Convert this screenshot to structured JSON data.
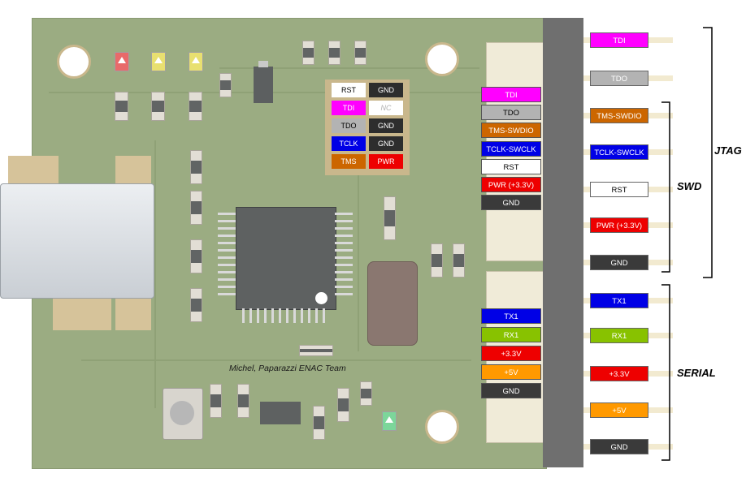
{
  "header_pins": [
    {
      "text": "RST",
      "bg": "#ffffff",
      "fg": "#000000"
    },
    {
      "text": "GND",
      "bg": "#2d2d2d",
      "fg": "#ffffff"
    },
    {
      "text": "TDI",
      "bg": "#ff00ff",
      "fg": "#ffffff"
    },
    {
      "text": "NC",
      "bg": "#ffffff",
      "fg": "#b0b0b0"
    },
    {
      "text": "TDO",
      "bg": "#b3b3b3",
      "fg": "#000000"
    },
    {
      "text": "GND",
      "bg": "#2d2d2d",
      "fg": "#ffffff"
    },
    {
      "text": "TCLK",
      "bg": "#0000e6",
      "fg": "#ffffff"
    },
    {
      "text": "GND",
      "bg": "#2d2d2d",
      "fg": "#ffffff"
    },
    {
      "text": "TMS",
      "bg": "#cc6600",
      "fg": "#ffffff"
    },
    {
      "text": "PWR",
      "bg": "#ee0000",
      "fg": "#ffffff"
    }
  ],
  "board_connector_top": [
    {
      "text": "TDI",
      "bg": "#ff00ff",
      "fg": "#ffffff"
    },
    {
      "text": "TDO",
      "bg": "#b3b3b3",
      "fg": "#000000"
    },
    {
      "text": "TMS-SWDIO",
      "bg": "#cc6600",
      "fg": "#ffffff"
    },
    {
      "text": "TCLK-SWCLK",
      "bg": "#0000e6",
      "fg": "#ffffff"
    },
    {
      "text": "RST",
      "bg": "#ffffff",
      "fg": "#000000"
    },
    {
      "text": "PWR (+3.3V)",
      "bg": "#ee0000",
      "fg": "#ffffff"
    },
    {
      "text": "GND",
      "bg": "#3a3a3a",
      "fg": "#ffffff"
    }
  ],
  "board_connector_bottom": [
    {
      "text": "TX1",
      "bg": "#0000e6",
      "fg": "#ffffff"
    },
    {
      "text": "RX1",
      "bg": "#88c200",
      "fg": "#ffffff"
    },
    {
      "text": "+3.3V",
      "bg": "#ee0000",
      "fg": "#ffffff"
    },
    {
      "text": "+5V",
      "bg": "#ff9900",
      "fg": "#ffffff"
    },
    {
      "text": "GND",
      "bg": "#3a3a3a",
      "fg": "#ffffff"
    }
  ],
  "right_pins": [
    {
      "text": "TDI",
      "bg": "#ff00ff",
      "fg": "#ffffff"
    },
    {
      "text": "TDO",
      "bg": "#b3b3b3",
      "fg": "#ffffff"
    },
    {
      "text": "TMS-SWDIO",
      "bg": "#cc6600",
      "fg": "#ffffff"
    },
    {
      "text": "TCLK-SWCLK",
      "bg": "#0000e6",
      "fg": "#ffffff"
    },
    {
      "text": "RST",
      "bg": "#ffffff",
      "fg": "#000000"
    },
    {
      "text": "PWR (+3.3V)",
      "bg": "#ee0000",
      "fg": "#ffffff"
    },
    {
      "text": "GND",
      "bg": "#3a3a3a",
      "fg": "#ffffff"
    },
    {
      "text": "TX1",
      "bg": "#0000e6",
      "fg": "#ffffff"
    },
    {
      "text": "RX1",
      "bg": "#88c200",
      "fg": "#ffffff"
    },
    {
      "text": "+3.3V",
      "bg": "#ee0000",
      "fg": "#ffffff"
    },
    {
      "text": "+5V",
      "bg": "#ff9900",
      "fg": "#ffffff"
    },
    {
      "text": "GND",
      "bg": "#3a3a3a",
      "fg": "#ffffff"
    }
  ],
  "groups": {
    "jtag": "JTAG",
    "swd": "SWD",
    "serial": "SERIAL"
  },
  "credit": "Michel, Paparazzi ENAC Team"
}
